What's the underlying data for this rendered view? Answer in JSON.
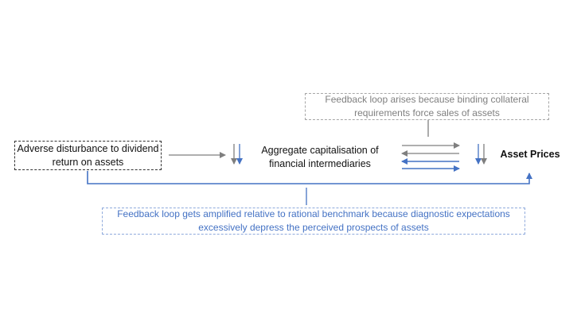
{
  "nodes": {
    "disturbance": "Adverse disturbance to dividend return on assets",
    "aggregate": "Aggregate capitalisation of financial intermediaries",
    "asset_prices": "Asset Prices"
  },
  "notes": {
    "collateral": "Feedback loop arises because binding collateral requirements force sales of assets",
    "diagnostic": "Feedback loop gets amplified relative to rational benchmark because diagnostic expectations excessively depress the perceived prospects of assets"
  },
  "colors": {
    "grey_arrow": "#7f7f7f",
    "blue_arrow": "#4472c4"
  }
}
